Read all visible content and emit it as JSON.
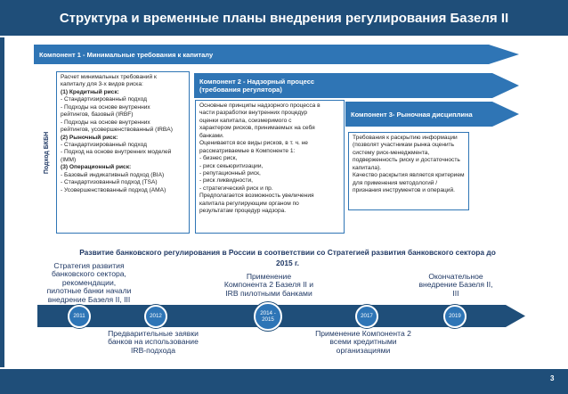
{
  "slide": {
    "title": "Структура и временные планы внедрения регулирования Базеля II",
    "page_number": "3"
  },
  "components": {
    "c1": "Компонент 1 - Минимальные требования к капиталу",
    "c2_line1": "Компонент 2 - Надзорный процесс",
    "c2_line2": "(требования регулятора)",
    "c3": "Компонент 3- Рыночная дисциплина"
  },
  "vertical_label": "Подход БКБН",
  "box1": {
    "l1": "Расчет минимальных требований к",
    "l2": "капиталу для 3-х видов риска:",
    "l3": "(1) Кредитный риск:",
    "l4": "- Стандартизированный подход",
    "l5": "- Подходы на основе внутренних",
    "l6": "рейтингов, базовый (IRBF)",
    "l7": "- Подходы на основе внутренних",
    "l8": "рейтингов, усовершенствованный (IRBA)",
    "l9": "(2) Рыночный риск:",
    "l10": "- Стандартизированный подход",
    "l11": "- Подход на основе внутренних моделей",
    "l12": "(IMM)",
    "l13": "(3) Операционный риск:",
    "l14": "- Базовый индикативный подход (BIA)",
    "l15": "- Стандартизованный подход (TSA)",
    "l16": "- Усовершенствованный подход (AMA)"
  },
  "box2": {
    "l1": "Основные принципы надзорного процесса в",
    "l2": "части разработки внутренних процедур",
    "l3": "оценки капитала, соизмеримого с",
    "l4": "характером рисков, принимаемых на себя",
    "l5": "банками.",
    "l6": "Оценивается все виды рисков, в т. ч. не",
    "l7": "рассматриваемые в Компоненте 1:",
    "l8": "- бизнес риск,",
    "l9": "- риск секьюритизации,",
    "l10": "- репутационный риск,",
    "l11": "- риск ликвидности,",
    "l12": "- стратегический риск и пр.",
    "l13": "Предполагается возможность увеличения",
    "l14": "капитала регулирующим органом по",
    "l15": "результатам процедур надзора."
  },
  "box3": {
    "l1": "Требования к раскрытию информации",
    "l2": "(позволят участникам рынка оценить",
    "l3": "систему риск-менеджмента,",
    "l4": "подверженность риску и достаточность",
    "l5": "капитала).",
    "l6": "Качество раскрытия является критерием",
    "l7": "для применения методологий /",
    "l8": "признания инструментов и операций."
  },
  "timeline": {
    "title_line1": "Развитие банковского регулирования в России в соответствии со Стратегией развития банковского сектора до",
    "title_line2": "2015 г.",
    "milestones": [
      "2011",
      "2012",
      "2014 -",
      "2015",
      "2017",
      "2019"
    ],
    "note_2011": {
      "l1": "Стратегия развития",
      "l2": "банковского сектора,",
      "l3": "рекомендации,",
      "l4": "пилотные банки начали",
      "l5": "внедрение Базеля II, III"
    },
    "note_2012": {
      "l1": "Предварительные заявки",
      "l2": "банков на использование",
      "l3": "IRB-подхода"
    },
    "note_2014": {
      "l1": "Применение",
      "l2": "Компонента 2 Базеля II и",
      "l3": "IRB пилотными банками"
    },
    "note_2017": {
      "l1": "Применение Компонента 2",
      "l2": "всеми кредитными",
      "l3": "организациями"
    },
    "note_2019": {
      "l1": "Окончательное",
      "l2": "внедрение Базеля II,",
      "l3": "III"
    }
  },
  "colors": {
    "primary": "#1f4e79",
    "accent": "#2f75b5"
  }
}
